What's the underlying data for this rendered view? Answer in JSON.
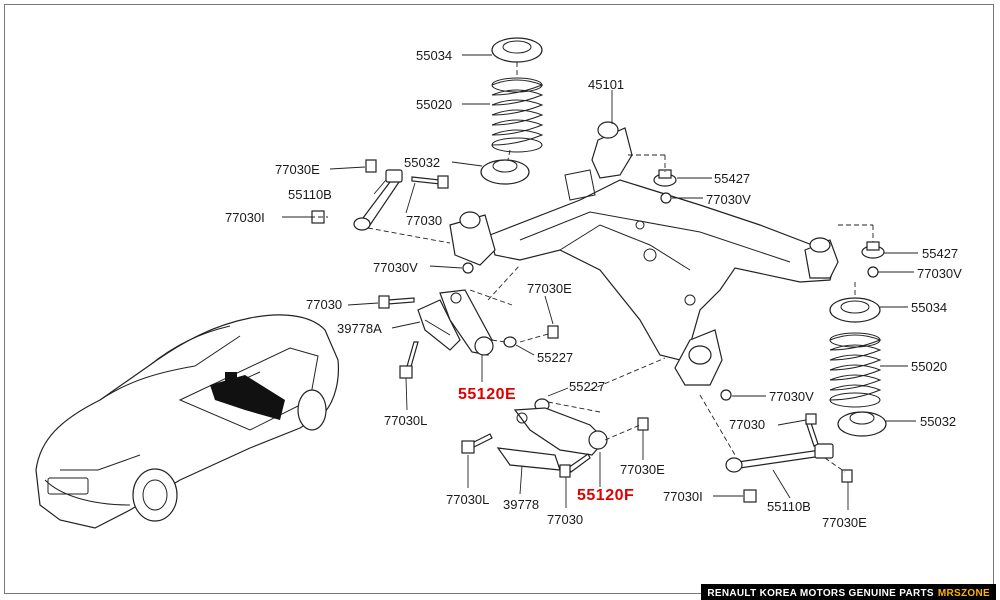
{
  "labels": {
    "l55034_top": "55034",
    "l55020_top": "55020",
    "l55032_top": "55032",
    "l45101": "45101",
    "l77030e_top": "77030E",
    "l55110b_top": "55110B",
    "l77030_top": "77030",
    "l77030i_top": "77030I",
    "l55427_a": "55427",
    "l77030v_a": "77030V",
    "l55427_b": "55427",
    "l77030v_b": "77030V",
    "l77030v_left": "77030V",
    "l77030_mid": "77030",
    "l77030e_mid": "77030E",
    "l39778a": "39778A",
    "l55227_a": "55227",
    "l55120e": "55120E",
    "l55227_b": "55227",
    "l77030l_a": "77030L",
    "l55034_right": "55034",
    "l55020_right": "55020",
    "l77030v_right": "77030V",
    "l77030_right": "77030",
    "l55032_right": "55032",
    "l77030e_low": "77030E",
    "l77030l_b": "77030L",
    "l39778": "39778",
    "l77030_low": "77030",
    "l55120f": "55120F",
    "l77030i_low": "77030I",
    "l55110b_low": "55110B",
    "l77030e_bottom": "77030E"
  },
  "footer": {
    "text": "RENAULT KOREA MOTORS GENUINE PARTS",
    "brand": "MRSZONE"
  },
  "colors": {
    "highlight": "#e00000",
    "footer_bg": "#000000",
    "brand": "#ffb300"
  }
}
